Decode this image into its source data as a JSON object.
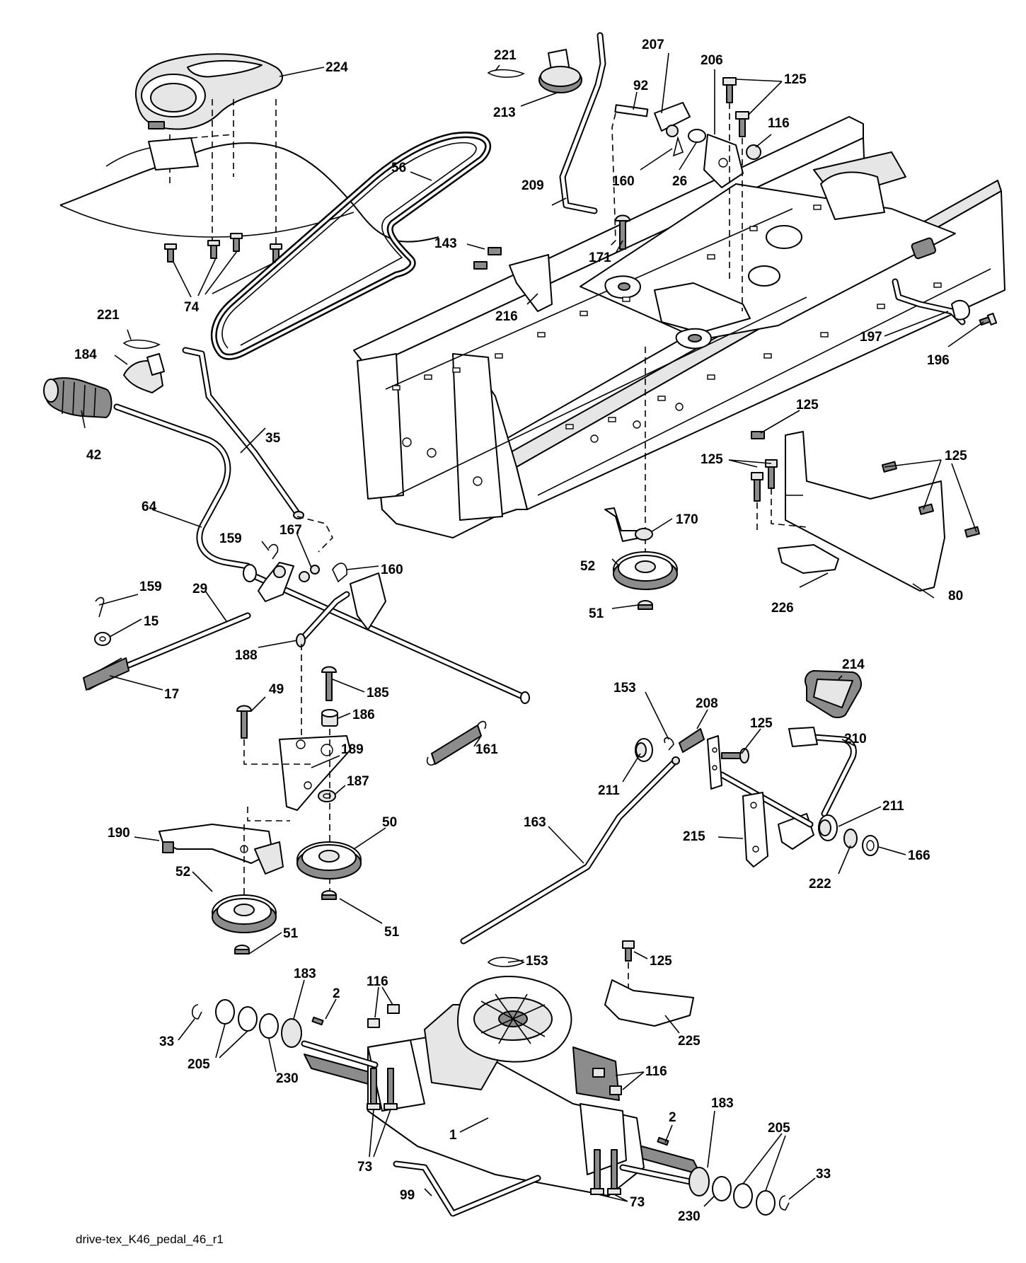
{
  "caption": "drive-tex_K46_pedal_46_r1",
  "callouts": [
    {
      "id": "c224",
      "text": "224"
    },
    {
      "id": "c221a",
      "text": "221"
    },
    {
      "id": "c213",
      "text": "213"
    },
    {
      "id": "c207",
      "text": "207"
    },
    {
      "id": "c206",
      "text": "206"
    },
    {
      "id": "c125a",
      "text": "125"
    },
    {
      "id": "c92",
      "text": "92"
    },
    {
      "id": "c116a",
      "text": "116"
    },
    {
      "id": "c56",
      "text": "56"
    },
    {
      "id": "c160a",
      "text": "160"
    },
    {
      "id": "c26",
      "text": "26"
    },
    {
      "id": "c209",
      "text": "209"
    },
    {
      "id": "c171",
      "text": "171"
    },
    {
      "id": "c143",
      "text": "143"
    },
    {
      "id": "c74",
      "text": "74"
    },
    {
      "id": "c216",
      "text": "216"
    },
    {
      "id": "c221b",
      "text": "221"
    },
    {
      "id": "c197",
      "text": "197"
    },
    {
      "id": "c196",
      "text": "196"
    },
    {
      "id": "c184",
      "text": "184"
    },
    {
      "id": "c125b",
      "text": "125"
    },
    {
      "id": "c35",
      "text": "35"
    },
    {
      "id": "c42",
      "text": "42"
    },
    {
      "id": "c125c",
      "text": "125"
    },
    {
      "id": "c125d",
      "text": "125"
    },
    {
      "id": "c64",
      "text": "64"
    },
    {
      "id": "c170",
      "text": "170"
    },
    {
      "id": "c159a",
      "text": "159"
    },
    {
      "id": "c167",
      "text": "167"
    },
    {
      "id": "c52a",
      "text": "52"
    },
    {
      "id": "c160b",
      "text": "160"
    },
    {
      "id": "c159b",
      "text": "159"
    },
    {
      "id": "c29",
      "text": "29"
    },
    {
      "id": "c226",
      "text": "226"
    },
    {
      "id": "c80",
      "text": "80"
    },
    {
      "id": "c51a",
      "text": "51"
    },
    {
      "id": "c15",
      "text": "15"
    },
    {
      "id": "c188",
      "text": "188"
    },
    {
      "id": "c214",
      "text": "214"
    },
    {
      "id": "c17",
      "text": "17"
    },
    {
      "id": "c185",
      "text": "185"
    },
    {
      "id": "c153a",
      "text": "153"
    },
    {
      "id": "c49",
      "text": "49"
    },
    {
      "id": "c208",
      "text": "208"
    },
    {
      "id": "c186",
      "text": "186"
    },
    {
      "id": "c125e",
      "text": "125"
    },
    {
      "id": "c210",
      "text": "210"
    },
    {
      "id": "c189",
      "text": "189"
    },
    {
      "id": "c161",
      "text": "161"
    },
    {
      "id": "c211a",
      "text": "211"
    },
    {
      "id": "c187",
      "text": "187"
    },
    {
      "id": "c211b",
      "text": "211"
    },
    {
      "id": "c50",
      "text": "50"
    },
    {
      "id": "c163",
      "text": "163"
    },
    {
      "id": "c190",
      "text": "190"
    },
    {
      "id": "c215",
      "text": "215"
    },
    {
      "id": "c166",
      "text": "166"
    },
    {
      "id": "c52b",
      "text": "52"
    },
    {
      "id": "c222",
      "text": "222"
    },
    {
      "id": "c51b",
      "text": "51"
    },
    {
      "id": "c51c",
      "text": "51"
    },
    {
      "id": "c153b",
      "text": "153"
    },
    {
      "id": "c125f",
      "text": "125"
    },
    {
      "id": "c183a",
      "text": "183"
    },
    {
      "id": "c116b",
      "text": "116"
    },
    {
      "id": "c2a",
      "text": "2"
    },
    {
      "id": "c225",
      "text": "225"
    },
    {
      "id": "c33a",
      "text": "33"
    },
    {
      "id": "c205a",
      "text": "205"
    },
    {
      "id": "c230a",
      "text": "230"
    },
    {
      "id": "c116c",
      "text": "116"
    },
    {
      "id": "c183b",
      "text": "183"
    },
    {
      "id": "c2b",
      "text": "2"
    },
    {
      "id": "c205b",
      "text": "205"
    },
    {
      "id": "c1",
      "text": "1"
    },
    {
      "id": "c73a",
      "text": "73"
    },
    {
      "id": "c33b",
      "text": "33"
    },
    {
      "id": "c99",
      "text": "99"
    },
    {
      "id": "c73b",
      "text": "73"
    },
    {
      "id": "c230b",
      "text": "230"
    }
  ]
}
